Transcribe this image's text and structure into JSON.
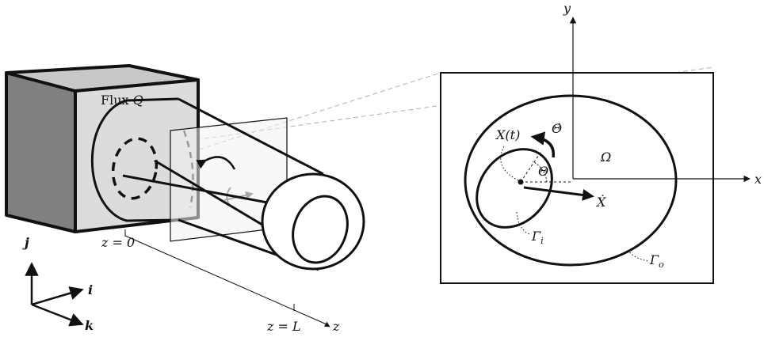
{
  "left_figure": {
    "flux_label_prefix": "Flux ",
    "flux_label_var": "Q",
    "z0_label": "z = 0",
    "zL_label": "z = L",
    "z_axis_label": "z",
    "unit_vectors": {
      "i": "i",
      "j": "j",
      "k": "k"
    }
  },
  "right_figure": {
    "x_axis_label": "x",
    "y_axis_label": "y",
    "position_label": "X(t)",
    "angle_label": "Θ",
    "angular_velocity_label": "Θ̇",
    "velocity_label": "Ẋ",
    "domain_label": "Ω",
    "inner_boundary_label": "Γ",
    "inner_boundary_sub": "i",
    "outer_boundary_label": "Γ",
    "outer_boundary_sub": "o"
  },
  "colors": {
    "stroke": "#111111",
    "box_front": "#dcdcdc",
    "box_side": "#808080",
    "box_top": "#c8c8c8",
    "dashed_guide": "#b0b0b0",
    "plane_fill": "#f3f3f3"
  }
}
